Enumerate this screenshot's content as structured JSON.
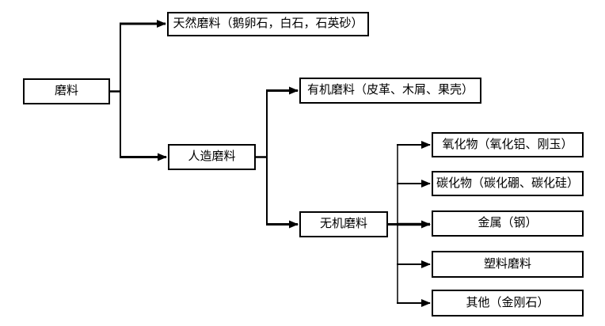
{
  "nodes": {
    "root": {
      "label": "磨料"
    },
    "natural": {
      "label": "天然磨料（鹅卵石，白石，石英砂）"
    },
    "artificial": {
      "label": "人造磨料"
    },
    "organic": {
      "label": "有机磨料（皮革、木屑、果壳）"
    },
    "inorganic": {
      "label": "无机磨料"
    },
    "oxide": {
      "label": "氧化物（氧化铝、刚玉）"
    },
    "carbide": {
      "label": "碳化物（碳化硼、碳化硅）"
    },
    "metal": {
      "label": "金属（钢）"
    },
    "plastic": {
      "label": "塑料磨料"
    },
    "other": {
      "label": "其他（金刚石）"
    }
  },
  "edges": [
    {
      "from": "磨料",
      "to": "天然磨料（鹅卵石，白石，石英砂）"
    },
    {
      "from": "磨料",
      "to": "人造磨料"
    },
    {
      "from": "人造磨料",
      "to": "有机磨料（皮革、木屑、果壳）"
    },
    {
      "from": "人造磨料",
      "to": "无机磨料"
    },
    {
      "from": "无机磨料",
      "to": "氧化物（氧化铝、刚玉）"
    },
    {
      "from": "无机磨料",
      "to": "碳化物（碳化硼、碳化硅）"
    },
    {
      "from": "无机磨料",
      "to": "金属（钢）"
    },
    {
      "from": "无机磨料",
      "to": "塑料磨料"
    },
    {
      "from": "无机磨料",
      "to": "其他（金刚石）"
    }
  ],
  "colors": {
    "line": "#000000",
    "node_border": "#000000",
    "node_fill": "#ffffff",
    "background": "#ffffff",
    "text": "#000000"
  }
}
